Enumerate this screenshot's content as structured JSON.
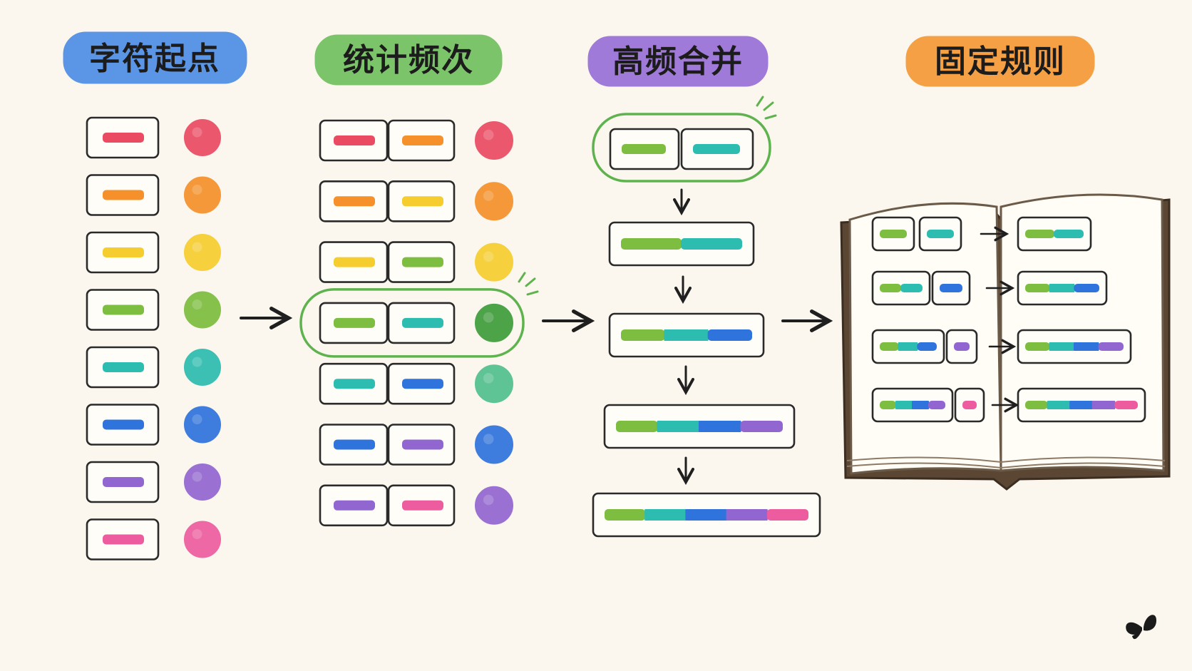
{
  "headers": [
    {
      "label": "字符起点",
      "color": "#5b95e6"
    },
    {
      "label": "统计频次",
      "color": "#7cc46a"
    },
    {
      "label": "高频合并",
      "color": "#a07ad8"
    },
    {
      "label": "固定规则",
      "color": "#f5a044"
    }
  ],
  "palette": {
    "red": "#ea4b63",
    "orange": "#f5902a",
    "yellow": "#f6cd2e",
    "green": "#7dbd3f",
    "teal": "#2dbcb0",
    "blue": "#2f73dc",
    "purple": "#9266d0",
    "pink": "#ec5c9e",
    "darkgreen": "#3e9c3a",
    "seagreen": "#52c08e",
    "highlight": "#5fb34f",
    "ink": "#2a2a2a"
  },
  "column1": {
    "symbols": [
      "red",
      "orange",
      "yellow",
      "green",
      "teal",
      "blue",
      "purple",
      "pink"
    ],
    "circles": [
      "red",
      "orange",
      "yellow",
      "green",
      "teal",
      "blue",
      "purple",
      "pink"
    ]
  },
  "column2": {
    "pairs": [
      [
        "red",
        "orange"
      ],
      [
        "orange",
        "yellow"
      ],
      [
        "yellow",
        "green"
      ],
      [
        "green",
        "teal"
      ],
      [
        "teal",
        "blue"
      ],
      [
        "blue",
        "purple"
      ],
      [
        "purple",
        "pink"
      ]
    ],
    "circles": [
      "red",
      "orange",
      "yellow",
      "darkgreen",
      "seagreen",
      "blue",
      "purple"
    ],
    "highlighted_index": 3
  },
  "column3": {
    "start_pair": [
      "green",
      "teal"
    ],
    "merged": [
      [
        "green",
        "teal"
      ],
      [
        "green",
        "teal",
        "blue"
      ],
      [
        "green",
        "teal",
        "blue",
        "purple"
      ],
      [
        "green",
        "teal",
        "blue",
        "purple",
        "pink"
      ]
    ]
  },
  "rulebook": {
    "rules": [
      {
        "left": [
          "green"
        ],
        "right": [
          "teal"
        ],
        "result": [
          "green",
          "teal"
        ]
      },
      {
        "left": [
          "green",
          "teal"
        ],
        "right": [
          "blue"
        ],
        "result": [
          "green",
          "teal",
          "blue"
        ]
      },
      {
        "left": [
          "green",
          "teal",
          "blue"
        ],
        "right": [
          "purple"
        ],
        "result": [
          "green",
          "teal",
          "blue",
          "purple"
        ]
      },
      {
        "left": [
          "green",
          "teal",
          "blue",
          "purple"
        ],
        "right": [
          "pink"
        ],
        "result": [
          "green",
          "teal",
          "blue",
          "purple",
          "pink"
        ]
      }
    ]
  },
  "logo_icon": "butterfly-icon"
}
